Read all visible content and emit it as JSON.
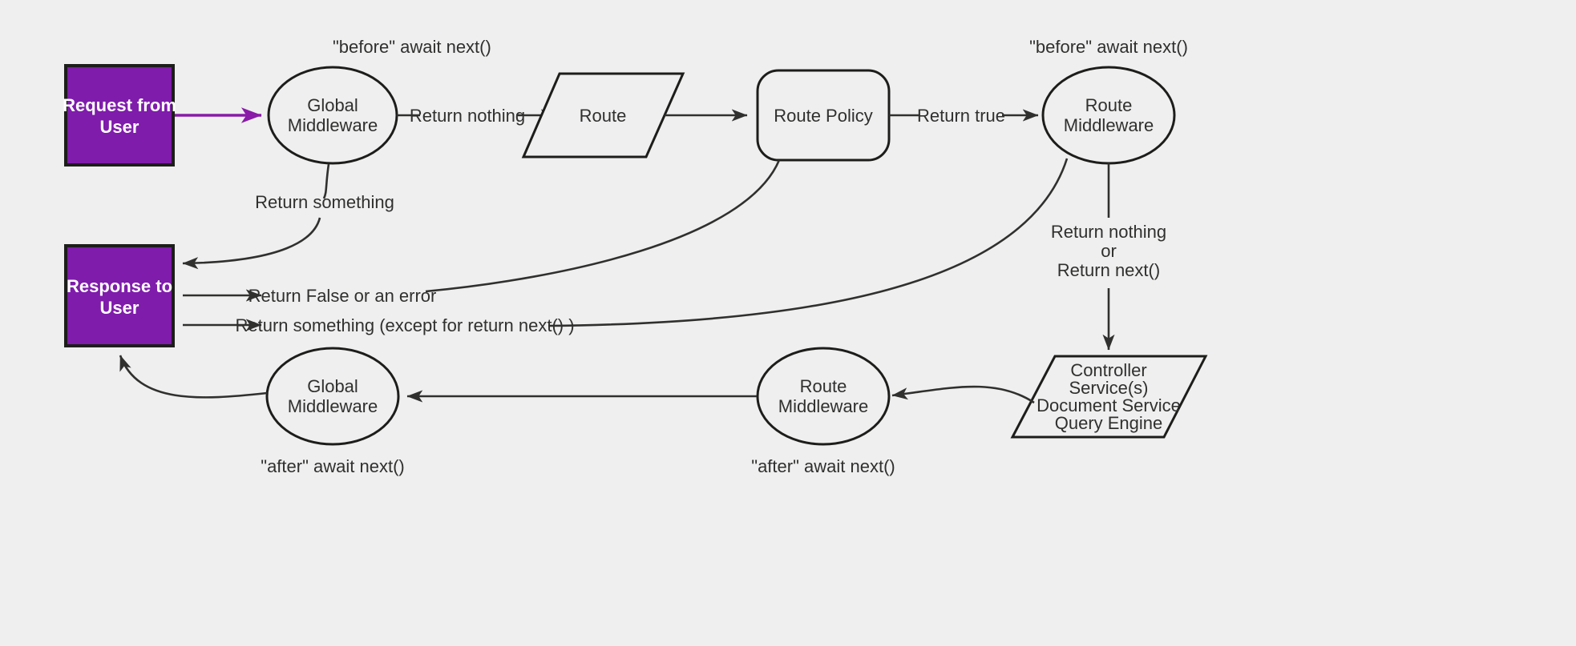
{
  "diagram": {
    "title": "Request / Response middleware flow",
    "background_color": "#efefef",
    "accent_color": "#8a1aa8",
    "stroke_color": "#30302f",
    "terminals": {
      "request": {
        "line1": "Request from",
        "line2": "User",
        "fill": "#7f1cab"
      },
      "response": {
        "line1": "Response to",
        "line2": "User",
        "fill": "#7f1cab"
      }
    },
    "nodes": {
      "global_middleware_top": {
        "line1": "Global",
        "line2": "Middleware"
      },
      "route": {
        "label": "Route"
      },
      "route_policy": {
        "label": "Route Policy"
      },
      "route_middleware_top": {
        "line1": "Route",
        "line2": "Middleware"
      },
      "controller": {
        "line1": "Controller",
        "line2": "Service(s)",
        "line3": "Document Service",
        "line4": "Query Engine"
      },
      "route_middleware_bottom": {
        "line1": "Route",
        "line2": "Middleware"
      },
      "global_middleware_bottom": {
        "line1": "Global",
        "line2": "Middleware"
      }
    },
    "annotations": {
      "before_global": "\"before\" await next()",
      "before_route_mw": "\"before\" await next()",
      "after_global": "\"after\" await next()",
      "after_route_mw": "\"after\" await next()"
    },
    "edge_labels": {
      "return_nothing": "Return nothing",
      "return_true": "Return true",
      "return_something_global": "Return something",
      "return_false_or_error": "Return False or an error",
      "return_something_except_next": "Return something (except for return next() )",
      "return_nothing_or_next_line1": "Return nothing",
      "return_nothing_or_next_line2": "or",
      "return_nothing_or_next_line3": "Return next()"
    }
  }
}
